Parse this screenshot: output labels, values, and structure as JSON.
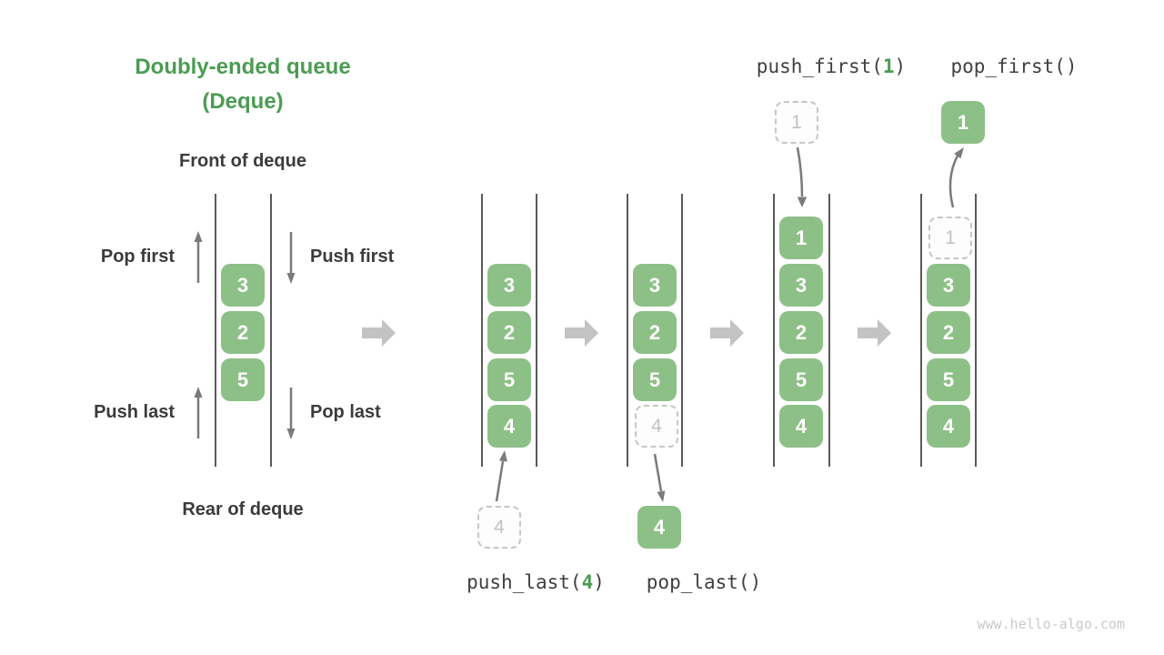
{
  "title": {
    "line1": "Doubly-ended queue",
    "line2": "(Deque)"
  },
  "demo": {
    "front_label": "Front of deque",
    "rear_label": "Rear of deque",
    "pop_first_label": "Pop first",
    "push_first_label": "Push first",
    "push_last_label": "Push last",
    "pop_last_label": "Pop last"
  },
  "ops": {
    "push_last": {
      "pre": "push_last(",
      "arg": "4",
      "post": ")"
    },
    "pop_last": {
      "pre": "pop_last()",
      "arg": "",
      "post": ""
    },
    "push_first": {
      "pre": "push_first(",
      "arg": "1",
      "post": ")"
    },
    "pop_first": {
      "pre": "pop_first()",
      "arg": "",
      "post": ""
    }
  },
  "queues": {
    "q1": {
      "cells": [
        "3",
        "2",
        "5"
      ]
    },
    "q2": {
      "cells": [
        "3",
        "2",
        "5",
        "4"
      ],
      "incoming": "4"
    },
    "q3": {
      "cells": [
        "3",
        "2",
        "5"
      ],
      "ghost": "4",
      "outgoing": "4"
    },
    "q4": {
      "cells": [
        "1",
        "3",
        "2",
        "5",
        "4"
      ],
      "incoming": "1"
    },
    "q5": {
      "ghost": "1",
      "cells": [
        "3",
        "2",
        "5",
        "4"
      ],
      "outgoing": "1"
    }
  },
  "watermark": "www.hello-algo.com",
  "colors": {
    "accent_green": "#4C9C53",
    "cell_green": "#8DC087",
    "text_dark": "#3B3B3B",
    "thin_arrow_gray": "#7A7A7A",
    "block_arrow_gray": "#C3C3C3",
    "wall_gray": "#5A5A5A",
    "ghost_gray": "#C2C2C2",
    "watermark_gray": "#C9C9C9"
  }
}
